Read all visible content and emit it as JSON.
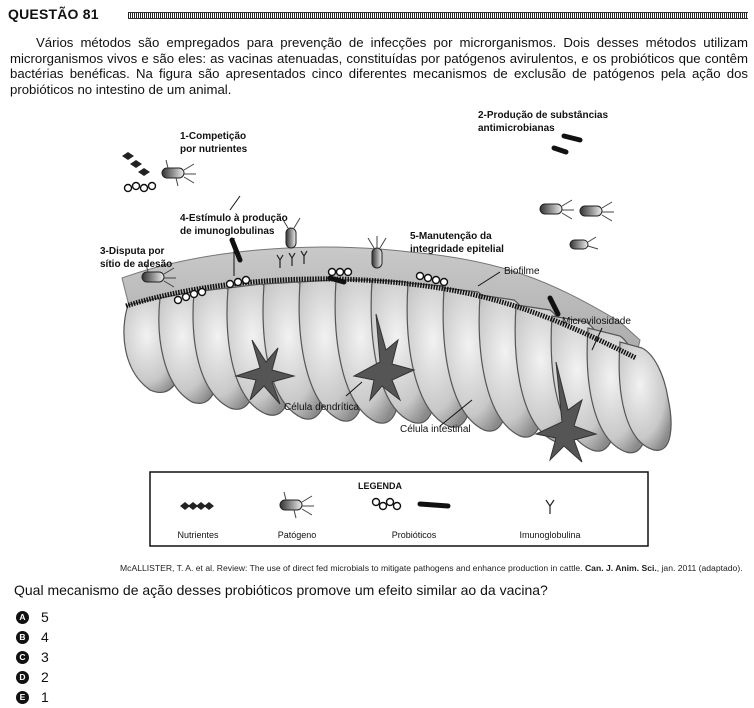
{
  "question": {
    "number_label": "QUESTÃO 81",
    "intro_text": "Vários métodos são empregados para prevenção de infecções por microrganismos. Dois desses métodos utilizam microrganismos vivos e são eles: as vacinas atenuadas, constituídas por patógenos avirulentos, e os probióticos que contêm bactérias benéficas. Na figura são apresentados cinco diferentes mecanismos de exclusão de patógenos pela ação dos probióticos no intestino de um animal.",
    "prompt": "Qual mecanismo de ação desses probióticos promove um efeito similar ao da vacina?"
  },
  "figure": {
    "labels": {
      "mech1_line1": "1-Competição",
      "mech1_line2": "por nutrientes",
      "mech2_line1": "2-Produção de substâncias",
      "mech2_line2": "antimicrobianas",
      "mech3_line1": "3-Disputa por",
      "mech3_line2": "sítio de adesão",
      "mech4_line1": "4-Estímulo à produção",
      "mech4_line2": "de imunoglobulinas",
      "mech5_line1": "5-Manutenção da",
      "mech5_line2": "integridade epitelial",
      "biofilme": "Biofilme",
      "microvilosidade": "Microvilosidade",
      "celula_dendritica": "Célula dendrítica",
      "celula_intestinal": "Célula intestinal"
    },
    "legend": {
      "title": "LEGENDA",
      "nutrientes": "Nutrientes",
      "patogeno": "Patógeno",
      "probioticos": "Probióticos",
      "imunoglobulina": "Imunoglobulina"
    }
  },
  "caption": {
    "authors": "McALLISTER, T. A. et al. Review: The use of direct fed microbials to mitigate pathogens and enhance production in cattle. ",
    "journal": "Can. J. Anim. Sci.",
    "date": ", jan. 2011 (adaptado)."
  },
  "options": [
    {
      "letter": "A",
      "value": "5"
    },
    {
      "letter": "B",
      "value": "4"
    },
    {
      "letter": "C",
      "value": "3"
    },
    {
      "letter": "D",
      "value": "2"
    },
    {
      "letter": "E",
      "value": "1"
    }
  ]
}
